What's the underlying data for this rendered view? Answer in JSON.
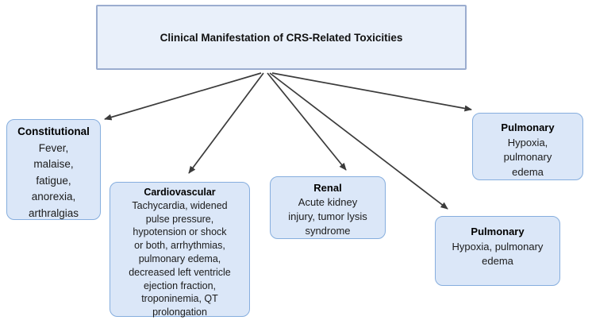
{
  "title_box": {
    "label": "Clinical Manifestation of CRS-Related Toxicities"
  },
  "boxes": [
    {
      "id": "constitutional",
      "title": "Constitutional",
      "body": "Fever,\nmalaise,\nfatigue,\nanorexia,\narthralgias"
    },
    {
      "id": "cardiovascular",
      "title": "Cardiovascular",
      "body": "Tachycardia, widened\npulse pressure,\nhypotension or shock\nor both, arrhythmias,\npulmonary edema,\ndecreased left ventricle\nejection fraction,\ntroponinemia, QT\nprolongation"
    },
    {
      "id": "renal",
      "title": "Renal",
      "body": "Acute kidney\ninjury, tumor lysis\nsyndrome"
    },
    {
      "id": "pulmonary-right",
      "title": "Pulmonary",
      "body": "Hypoxia,\npulmonary\nedema"
    },
    {
      "id": "pulmonary-bottom",
      "title": "Pulmonary",
      "body": "Hypoxia, pulmonary\nedema"
    }
  ],
  "colors": {
    "node_fill": "#dbe7f8",
    "node_border": "#86aede",
    "title_fill": "#e9f0fa",
    "title_border": "#9badcf",
    "arrow": "#3b3b3b",
    "text": "#1b1b1b"
  }
}
